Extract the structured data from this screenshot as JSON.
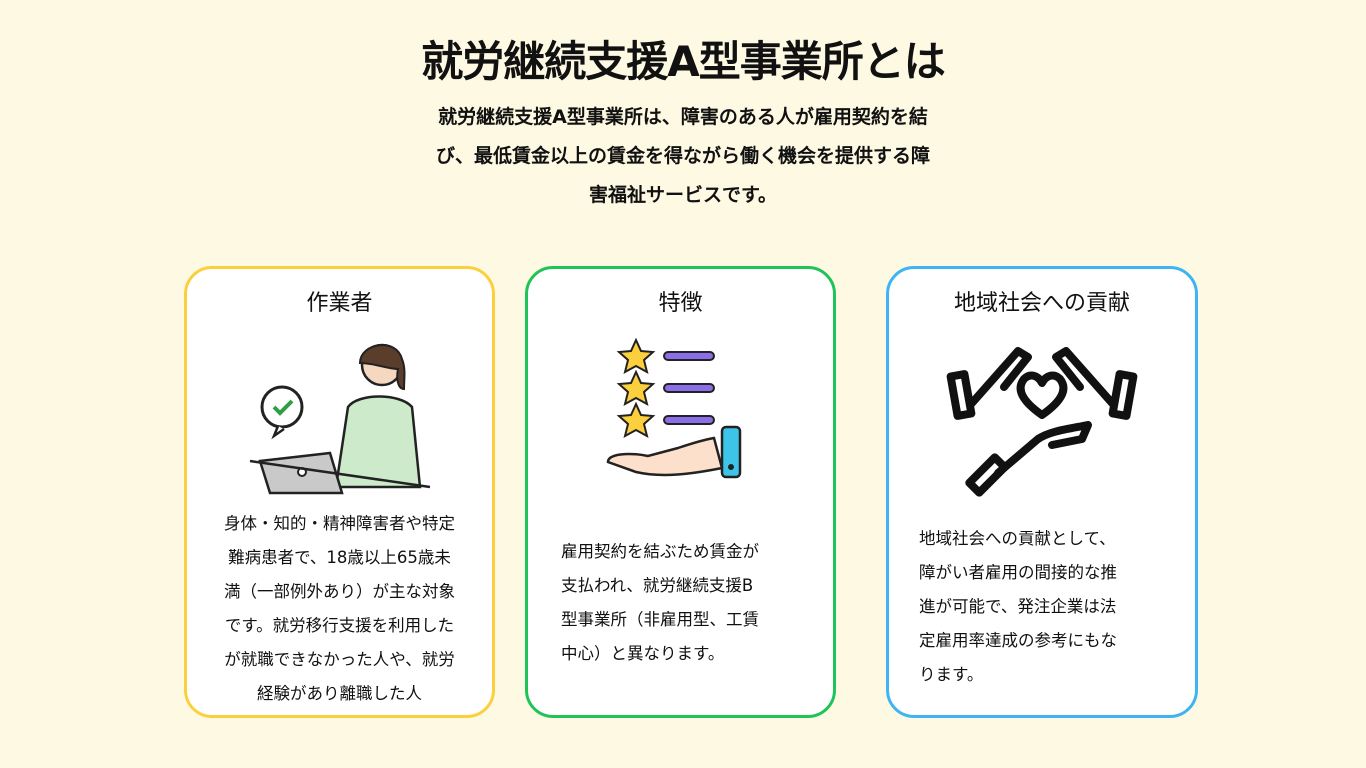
{
  "title": "就労継続支援A型事業所とは",
  "intro": [
    "就労継続支援A型事業所は、障害のある人が雇用契約を結",
    "び、最低賃金以上の賃金を得ながら働く機会を提供する障",
    "害福祉サービスです。"
  ],
  "cards": [
    {
      "title": "作業者",
      "color": "#fcd03d",
      "icon": "worker-laptop-illustration",
      "lines": [
        "身体・知的・精神障害者や特定",
        "難病患者で、18歳以上65歳未",
        "満（一部例外あり）が主な対象",
        "です。就労移行支援を利用した",
        "が就職できなかった人や、就労",
        "経験があり離職した人"
      ]
    },
    {
      "title": "特徴",
      "color": "#1fc458",
      "icon": "star-rating-hand-icon",
      "lines": [
        "雇用契約を結ぶため賃金が",
        "支払われ、就労継続支援B",
        "型事業所（非雇用型、工賃",
        "中心）と異なります。"
      ]
    },
    {
      "title": "地域社会への貢献",
      "color": "#3db4f4",
      "icon": "hands-heart-icon",
      "lines": [
        "地域社会への貢献として、",
        "障がい者雇用の間接的な推",
        "進が可能で、発注企業は法",
        "定雇用率達成の参考にもな",
        "ります。"
      ]
    }
  ]
}
